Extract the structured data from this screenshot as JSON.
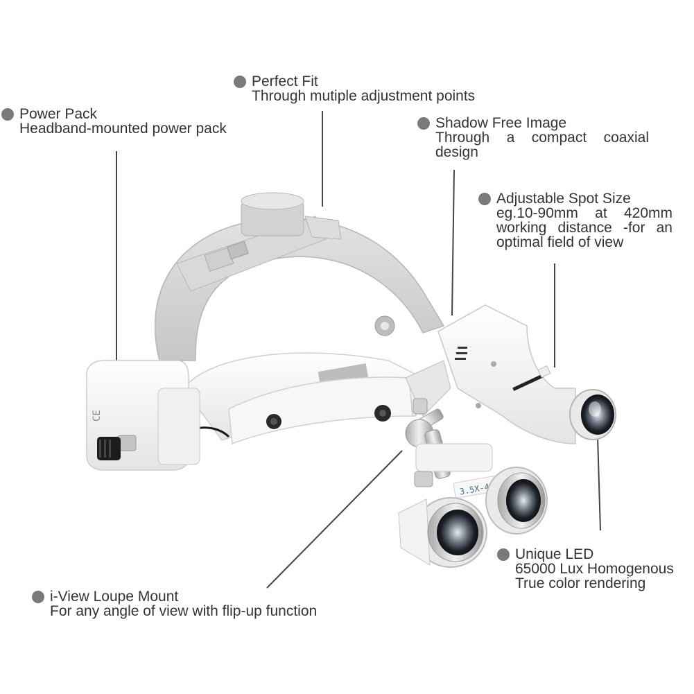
{
  "callouts": {
    "power_pack": {
      "title": "Power Pack",
      "detail": "Headband-mounted power pack"
    },
    "perfect_fit": {
      "title": "Perfect Fit",
      "detail": "Through mutiple adjustment points"
    },
    "shadow_free": {
      "title": "Shadow Free Image",
      "detail_1": "Through a compact coaxial",
      "detail_2": "design"
    },
    "spot_size": {
      "title": "Adjustable Spot Size",
      "detail_1": "eg.10-90mm at 420mm",
      "detail_2": "working distance -for an",
      "detail_3": "optimal field of view"
    },
    "unique_led": {
      "title": "Unique LED",
      "detail_1": "65000 Lux Homogenous",
      "detail_2": "True color rendering"
    },
    "loupe_mount": {
      "title": "i-View Loupe Mount",
      "detail": "For any angle of view with flip-up function"
    }
  },
  "product": {
    "loupe_label": "3.5X-420",
    "mark": "CE"
  },
  "colors": {
    "dot": "#7a7a7a",
    "text": "#333333",
    "leader": "#444444",
    "headband": "#d6d6d6",
    "housing": "#f4f4f4"
  }
}
